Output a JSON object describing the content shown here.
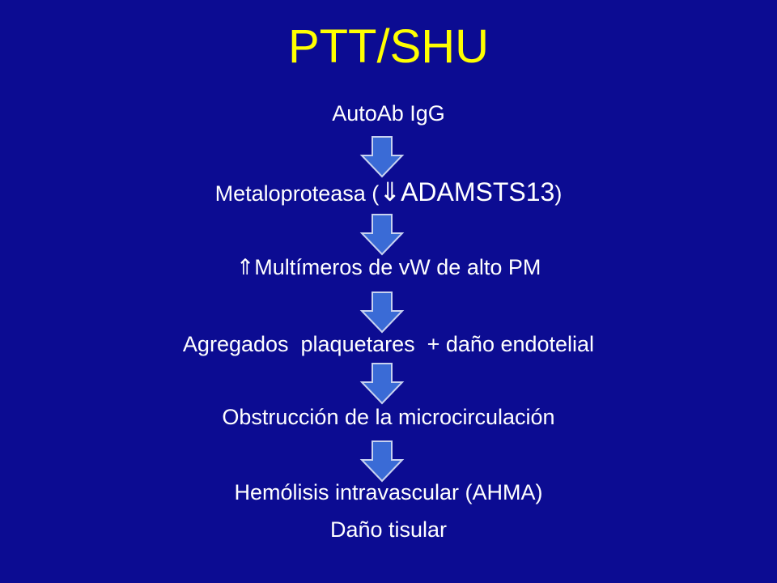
{
  "title": "PTT/SHU",
  "steps": {
    "s1": "AutoAb IgG",
    "s2_pre": "Metaloproteasa (",
    "s2_sym": "⇓",
    "s2_main": "ADAMSTS13",
    "s2_post": ")",
    "s3_sym": "⇑",
    "s3_main": "Multímeros de vW de alto PM",
    "s4": "Agregados  plaquetares  + daño endotelial",
    "s5": "Obstrucción de la microcirculación",
    "s6": "Hemólisis intravascular (AHMA)",
    "s7": "Daño tisular"
  },
  "colors": {
    "background": "#0c0c92",
    "title": "#ffff00",
    "text": "#ffffff",
    "arrow_fill": "#3a6bd6",
    "arrow_stroke": "#c8d2f0"
  }
}
